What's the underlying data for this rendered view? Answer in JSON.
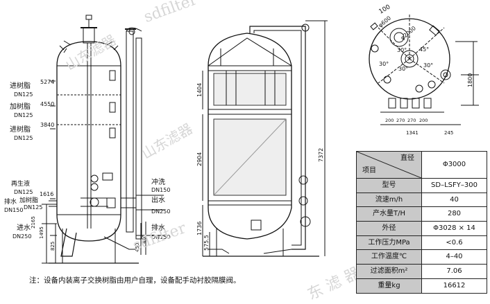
{
  "left_view": {
    "side_labels": [
      {
        "name": "进树脂",
        "dn": "DN125"
      },
      {
        "name": "加树脂",
        "dn": "DN125"
      },
      {
        "name": "进树脂",
        "dn": "DN125"
      }
    ],
    "elevations": [
      "5274",
      "4550",
      "3840",
      "1616",
      "2165",
      "1495",
      "825"
    ],
    "lower_left": [
      {
        "name": "再生液",
        "dn": "DN125"
      },
      {
        "name": "加树脂",
        "dn": "DN125"
      },
      {
        "name": "排水",
        "dn": "DN150"
      },
      {
        "name": "进水",
        "dn": "DN250"
      }
    ],
    "right_labels": [
      {
        "name": "冲洗",
        "dn": "DN150"
      },
      {
        "name": "出水",
        "dn": "DN250"
      },
      {
        "name": "排水",
        "dn": "DN150"
      }
    ],
    "small_dims": [
      "450",
      "460"
    ]
  },
  "middle_view": {
    "dims": [
      "1404",
      "2904",
      "1736",
      "575.5",
      "7372"
    ]
  },
  "top_view": {
    "labels": [
      "100",
      "φ2000",
      "φ600",
      "30°",
      "45°",
      "30°",
      "30°",
      "30°",
      "1800"
    ],
    "bottom_dims": [
      "200",
      "270",
      "270",
      "200",
      "1341",
      "245"
    ]
  },
  "spec_table": {
    "header_top": "直径",
    "header_bottom": "项目",
    "header_value": "Φ3000",
    "rows": [
      {
        "label": "型号",
        "value": "SD–LSFY–300"
      },
      {
        "label": "流速m/h",
        "value": "40"
      },
      {
        "label": "产水量T/H",
        "value": "280"
      },
      {
        "label": "外径",
        "value": "Φ3028 × 14"
      },
      {
        "label": "工作压力MPa",
        "value": "<0.6"
      },
      {
        "label": "工作温度℃",
        "value": "4–40"
      },
      {
        "label": "过滤面积m²",
        "value": "7.06"
      },
      {
        "label": "重量kg",
        "value": "16612"
      }
    ]
  },
  "note": "注：设备内装离子交换树脂由用户自理，设备配手动衬胶隔膜阀。",
  "watermarks": [
    "sdfilter",
    "山东滤器",
    "东 滤 器"
  ]
}
